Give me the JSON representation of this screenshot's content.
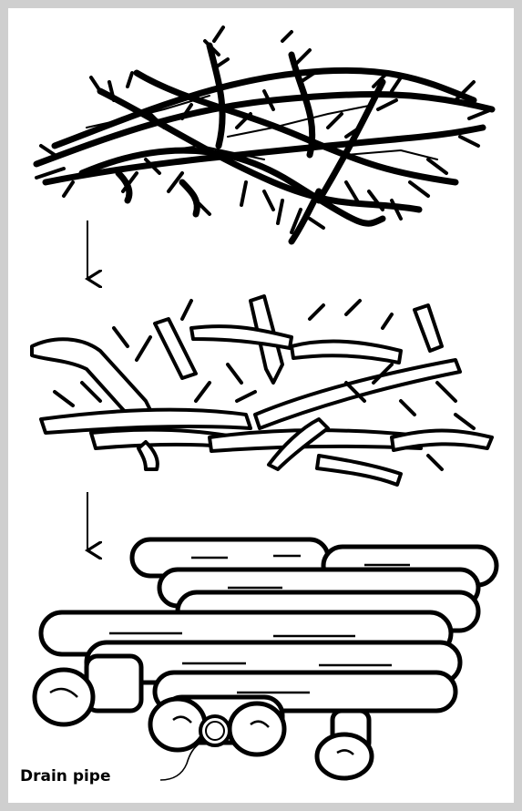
{
  "diagram": {
    "labels": {
      "drain_pipe": "Drain pipe"
    },
    "colors": {
      "ink": "#000000",
      "paper": "#ffffff",
      "border": "#cfcfcf"
    },
    "stages": [
      "fine-brush-layer",
      "branch-layer",
      "log-layer"
    ]
  }
}
